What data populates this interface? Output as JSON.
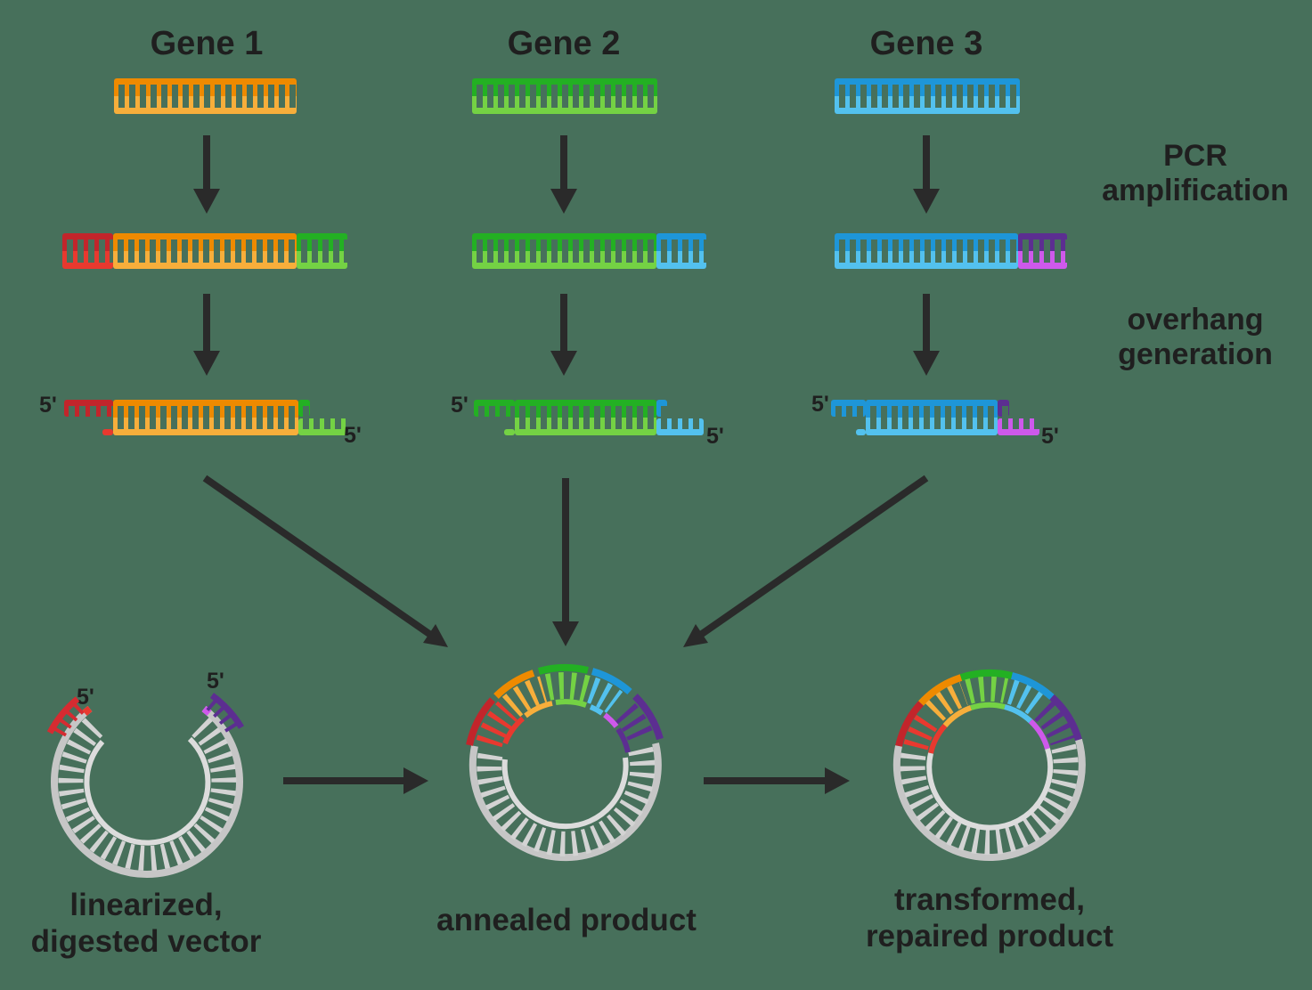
{
  "genes": [
    {
      "label": "Gene 1",
      "color": "#EE8A00"
    },
    {
      "label": "Gene 2",
      "color": "#23B023"
    },
    {
      "label": "Gene 3",
      "color": "#1E96D8"
    }
  ],
  "step_labels": {
    "pcr": [
      "PCR",
      "amplification"
    ],
    "overhang": [
      "overhang",
      "generation"
    ]
  },
  "bottom_labels": {
    "vector": [
      "linearized,",
      "digested vector"
    ],
    "annealed": [
      "annealed product"
    ],
    "repaired": [
      "transformed,",
      "repaired product"
    ]
  },
  "five_prime": "5'",
  "colors": {
    "background": "#47705B",
    "text": "#1F1F1F",
    "arrow": "#2A2A2A",
    "orange": "#EE8A00",
    "orange_light": "#F7AE3B",
    "green": "#23B023",
    "green_light": "#74D244",
    "blue": "#1E96D8",
    "blue_light": "#53C1EE",
    "red": "#C2252B",
    "red_light": "#E8392F",
    "purple": "#5C2E91",
    "magenta": "#CE59EB",
    "gray": "#C6C6C6",
    "gray_light": "#DBDBDB"
  }
}
